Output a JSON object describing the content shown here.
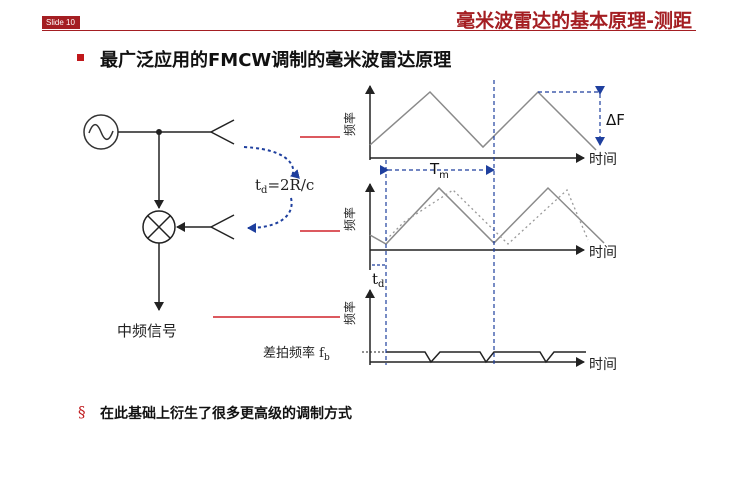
{
  "header": {
    "slide_label": "Slide 10",
    "title": "毫米波雷达的基本原理-测距",
    "accent_color": "#a41e22"
  },
  "main": {
    "bullet_text": "最广泛应用的FMCW调制的毫米波雷达原理",
    "bullet_color": "#c0181b"
  },
  "diagram": {
    "td_formula": "t",
    "td_formula_sub": "d",
    "td_formula_rest": "=2R/c",
    "if_signal_label": "中频信号",
    "freq_label_1": "频率",
    "freq_label_2": "频率",
    "freq_label_3": "频率",
    "time_label_1": "时间",
    "time_label_2": "时间",
    "time_label_3": "时间",
    "delta_f": "ΔF",
    "tm_main": "T",
    "tm_sub": "m",
    "td_main": "t",
    "td_sub": "d",
    "beat_label": "差拍频率 f",
    "beat_sub": "b",
    "oscillator_icon": "sine-wave-icon",
    "mixer_icon": "mixer-cross-icon",
    "antenna_icon": "antenna-icon"
  },
  "footer": {
    "section_mark": "§",
    "sub_bullet_text": "在此基础上衍生了很多更高级的调制方式"
  }
}
